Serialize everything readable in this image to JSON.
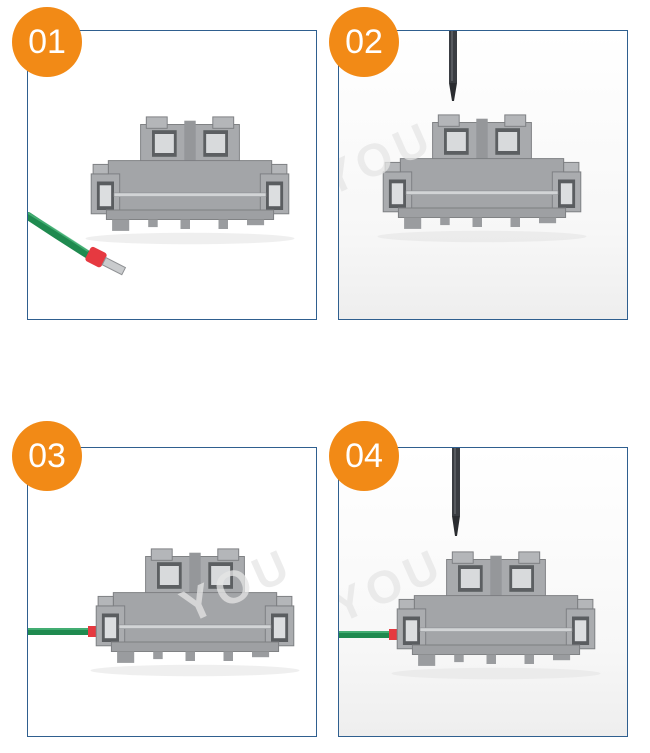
{
  "steps": [
    {
      "number": "01",
      "watermark": ""
    },
    {
      "number": "02",
      "watermark": "YOU"
    },
    {
      "number": "03",
      "watermark": "YOU"
    },
    {
      "number": "04",
      "watermark": "YOU"
    }
  ],
  "colors": {
    "badge": "#f28a16",
    "border": "#2f5f8f",
    "terminal_body": "#a7a9ac",
    "wire_green": "#1f8a4f",
    "ferrule_red": "#e63940",
    "screwdriver": "#3a3d42"
  },
  "icons": [
    "terminal-block-icon",
    "wire-icon",
    "screwdriver-icon"
  ]
}
